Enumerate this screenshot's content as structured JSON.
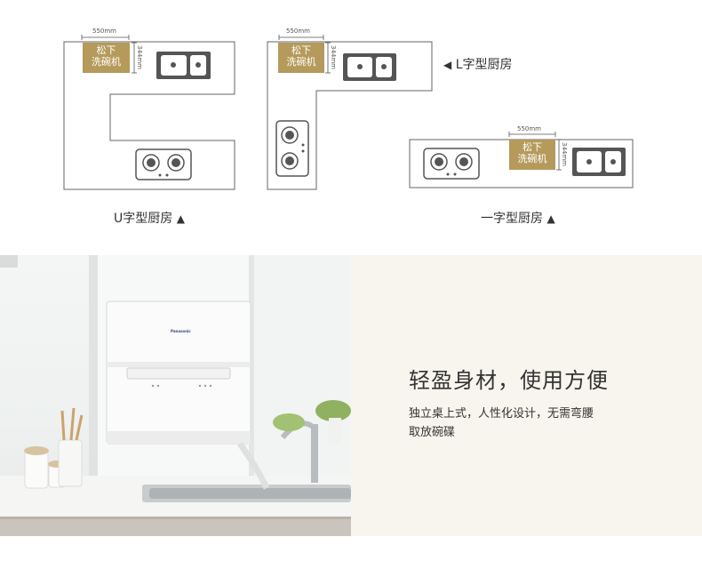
{
  "diagrams": {
    "dim_width": "550mm",
    "dim_depth": "344mm",
    "dishwasher_label_line1": "松下",
    "dishwasher_label_line2": "洗碗机",
    "u_caption": "U字型厨房",
    "l_caption": "L字型厨房",
    "line_caption": "一字型厨房",
    "triangle_up": "▲",
    "triangle_left": "◀"
  },
  "feature": {
    "headline": "轻盈身材，使用方便",
    "desc_line1": "独立桌上式，人性化设计，无需弯腰",
    "desc_line2": "取放碗碟"
  },
  "photo": {
    "brand": "Panasonic"
  },
  "colors": {
    "gold": "#b59a5b",
    "outline": "#555555",
    "panel_bg": "#f8f5ee"
  }
}
